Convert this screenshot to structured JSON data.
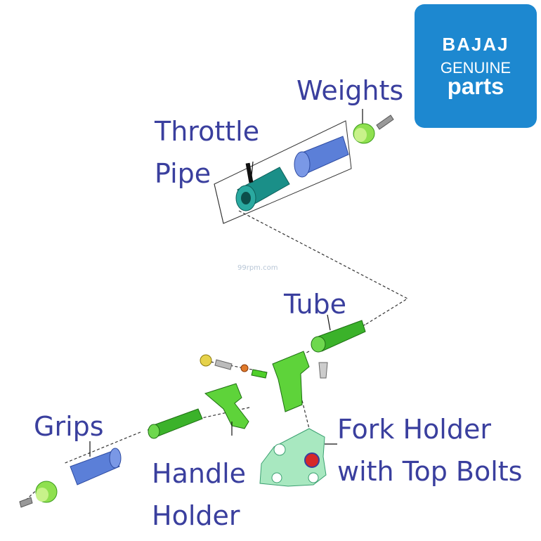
{
  "brand": {
    "name": "BAJAJ",
    "line2": "GENUINE",
    "line3": "parts",
    "bg_color": "#1d88d0"
  },
  "watermark": "99rpm.com",
  "labels": {
    "weights": "Weights",
    "throttle_line1": "Throttle",
    "throttle_line2": "Pipe",
    "tube": "Tube",
    "grips": "Grips",
    "fork_line1": "Fork Holder",
    "fork_line2": "with Top Bolts",
    "handle_line1": "Handle",
    "handle_line2": "Holder"
  },
  "colors": {
    "label": "#3a3f9e",
    "green_part": "#4fcf2a",
    "blue_part": "#5b7fd8",
    "teal_part": "#2aa9a0",
    "pale_part": "#a8e8c0"
  }
}
